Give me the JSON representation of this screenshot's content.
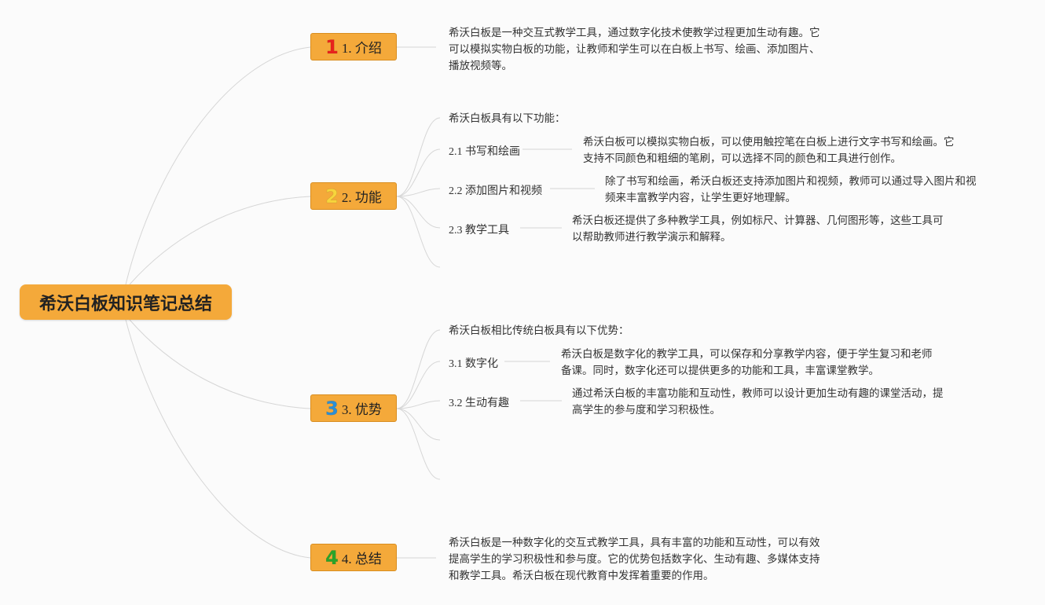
{
  "root": {
    "label": "希沃白板知识笔记总结"
  },
  "topics": [
    {
      "num": "1",
      "label": "1. 介绍",
      "num_color": "#e8231d",
      "note": "希沃白板是一种交互式教学工具，通过数字化技术使教学过程更加生动有趣。它\n可以模拟实物白板的功能，让教师和学生可以在白板上书写、绘画、添加图片、\n播放视频等。"
    },
    {
      "num": "2",
      "label": "2. 功能",
      "num_color": "#f7d53c",
      "intro": "希沃白板具有以下功能：",
      "subs": [
        {
          "label": "2.1 书写和绘画",
          "text": "希沃白板可以模拟实物白板，可以使用触控笔在白板上进行文字书写和绘画。它\n支持不同颜色和粗细的笔刷，可以选择不同的颜色和工具进行创作。"
        },
        {
          "label": "2.2 添加图片和视频",
          "text": "除了书写和绘画，希沃白板还支持添加图片和视频，教师可以通过导入图片和视\n频来丰富教学内容，让学生更好地理解。"
        },
        {
          "label": "2.3 教学工具",
          "text": "希沃白板还提供了多种教学工具，例如标尺、计算器、几何图形等，这些工具可\n以帮助教师进行教学演示和解释。"
        }
      ]
    },
    {
      "num": "3",
      "label": "3. 优势",
      "num_color": "#2b8fd6",
      "intro": "希沃白板相比传统白板具有以下优势：",
      "subs": [
        {
          "label": "3.1 数字化",
          "text": "希沃白板是数字化的教学工具，可以保存和分享教学内容，便于学生复习和老师\n备课。同时，数字化还可以提供更多的功能和工具，丰富课堂教学。"
        },
        {
          "label": "3.2 生动有趣",
          "text": "通过希沃白板的丰富功能和互动性，教师可以设计更加生动有趣的课堂活动，提\n高学生的参与度和学习积极性。"
        }
      ]
    },
    {
      "num": "4",
      "label": "4. 总结",
      "num_color": "#2aa42a",
      "note": "希沃白板是一种数字化的交互式教学工具，具有丰富的功能和互动性，可以有效\n提高学生的学习积极性和参与度。它的优势包括数字化、生动有趣、多媒体支持\n和教学工具。希沃白板在现代教育中发挥着重要的作用。"
    }
  ]
}
